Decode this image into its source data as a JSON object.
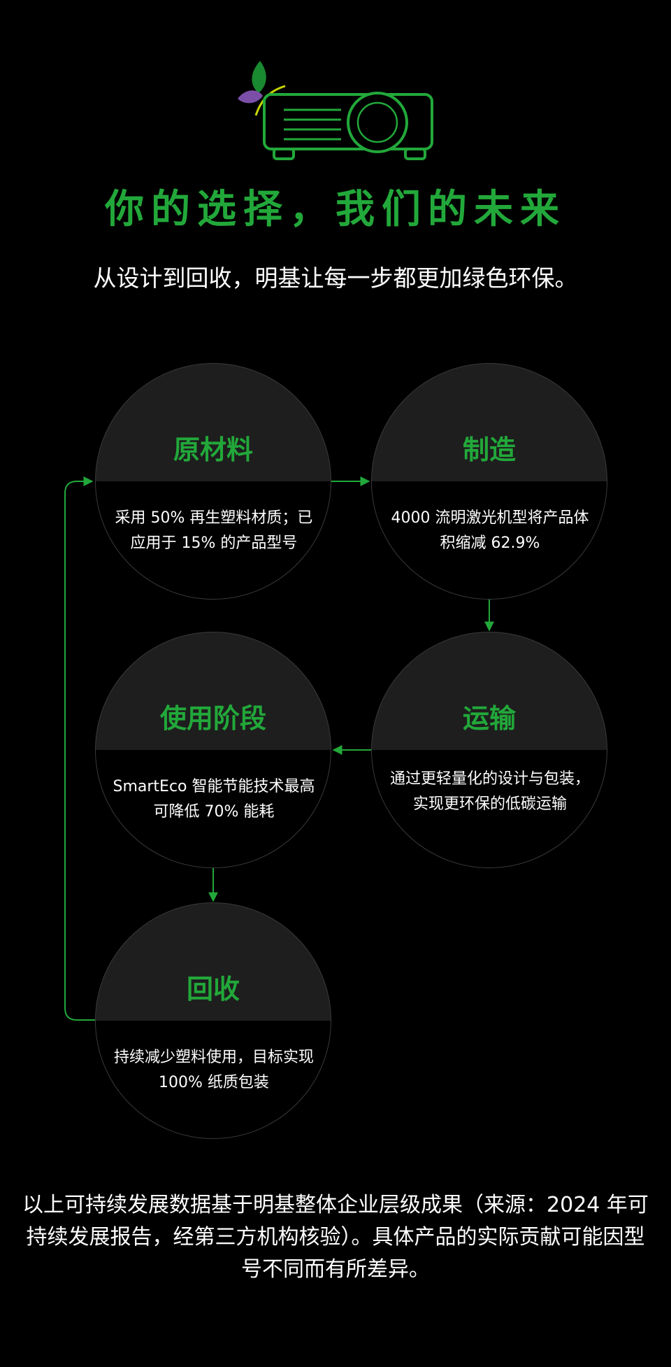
{
  "hero": {
    "title": "你的选择，我们的未来",
    "subtitle": "从设计到回收，明基让每一步都更加绿色环保。"
  },
  "stages": [
    {
      "title": "原材料",
      "desc": "采用 50% 再生塑料材质；已应用于 15% 的产品型号"
    },
    {
      "title": "制造",
      "desc": "4000 流明激光机型将产品体积缩减 62.9%"
    },
    {
      "title": "运输",
      "desc": "通过更轻量化的设计与包装，实现更环保的低碳运输"
    },
    {
      "title": "使用阶段",
      "desc": "SmartEco 智能节能技术最高可降低 70% 能耗"
    },
    {
      "title": "回收",
      "desc": "持续减少塑料使用，目标实现 100% 纸质包装"
    }
  ],
  "footnote": "以上可持续发展数据基于明基整体企业层级成果（来源：2024 年可持续发展报告，经第三方机构核验）。具体产品的实际贡献可能因型号不同而有所差异。",
  "colors": {
    "accent": "#22a83a",
    "background": "#000000",
    "circle_top": "#1e1e1e",
    "leaf_purple": "#7b4fa8",
    "leaf_yellow": "#c8d400"
  },
  "icons": [
    "projector-leaf-icon",
    "arrow-right-icon",
    "arrow-down-icon",
    "arrow-left-icon",
    "loop-arrow-icon"
  ]
}
